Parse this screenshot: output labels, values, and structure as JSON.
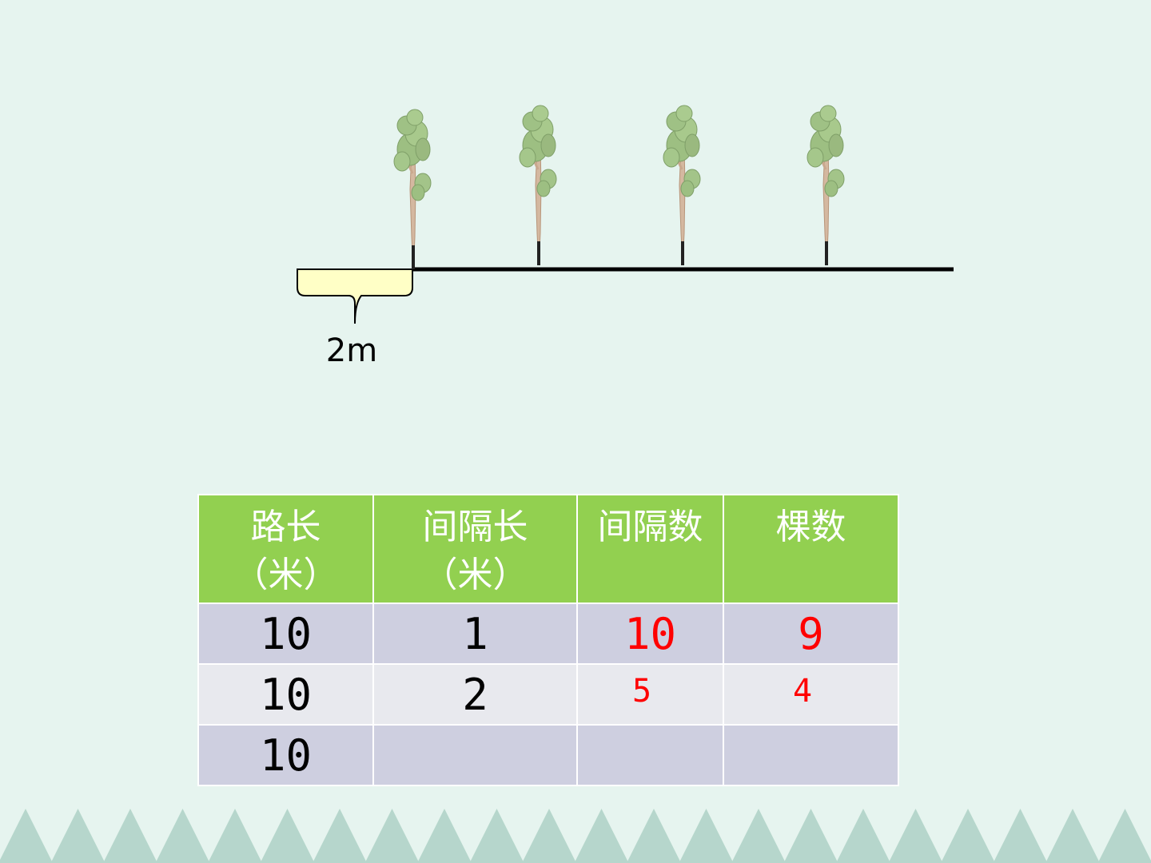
{
  "diagram": {
    "segment_label": "2m"
  },
  "table": {
    "headers": [
      {
        "line1": "路长",
        "line2": "（米）"
      },
      {
        "line1": "间隔长",
        "line2": "（米）"
      },
      {
        "line1": "间隔数",
        "line2": ""
      },
      {
        "line1": "棵数",
        "line2": ""
      }
    ],
    "rows": [
      [
        "10",
        "1",
        "10",
        "9"
      ],
      [
        "10",
        "2",
        "5",
        "4"
      ],
      [
        "10",
        "",
        "",
        ""
      ]
    ]
  },
  "colors": {
    "header_bg": "#92d050",
    "row_odd_bg": "#cecfe0",
    "row_even_bg": "#e8e9ee",
    "answer": "#ff0000",
    "background": "#e6f4ef",
    "triangles": "#b6d6cc"
  }
}
